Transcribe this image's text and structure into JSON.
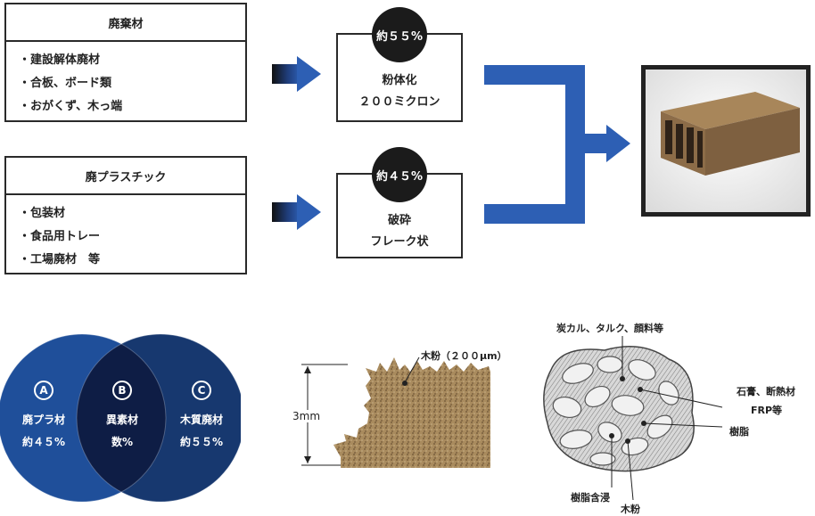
{
  "waste_wood": {
    "title": "廃棄材",
    "items": [
      "・建設解体廃材",
      "・合板、ボード類",
      "・おがくず、木っ端"
    ]
  },
  "waste_plastic": {
    "title": "廃プラスチック",
    "items": [
      "・包装材",
      "・食品用トレー",
      "・工場廃材　等"
    ]
  },
  "process_wood": {
    "percent": "約５５%",
    "line1": "粉体化",
    "line2": "２００ミクロン"
  },
  "process_plastic": {
    "percent": "約４５%",
    "line1": "破砕",
    "line2": "フレーク状"
  },
  "venn": {
    "a": {
      "letter": "A",
      "line1": "廃プラ材",
      "line2": "約４５%"
    },
    "b": {
      "letter": "B",
      "line1": "異素材",
      "line2": "数%"
    },
    "c": {
      "letter": "C",
      "line1": "木質廃材",
      "line2": "約５５%"
    },
    "colors": {
      "left": "#1f4f9a",
      "right": "#17386f",
      "overlap": "#0e1d45"
    }
  },
  "cross_section": {
    "thickness": "3mm",
    "wood_powder": "木粉（２００μm）"
  },
  "micro": {
    "filler": "炭カル、タルク、顔料等",
    "gypsum_line1": "石膏、断熱材",
    "gypsum_line2": "FRP等",
    "resin": "樹脂",
    "resin_impregnated": "樹脂含浸",
    "wood_powder": "木粉"
  },
  "colors": {
    "arrow_blue": "#2d5fb4",
    "dark": "#2a2a2a"
  }
}
